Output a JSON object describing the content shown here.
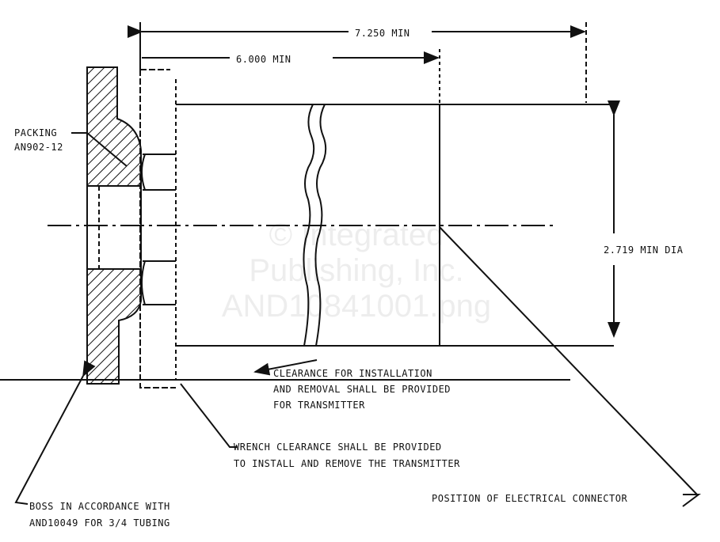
{
  "dimensions": {
    "overall_length": "7.250 MIN",
    "clearance_length": "6.000 MIN",
    "diameter": "2.719 MIN DIA"
  },
  "callouts": {
    "packing": [
      "PACKING",
      "AN902-12"
    ],
    "clearance": [
      "CLEARANCE FOR INSTALLATION",
      "AND REMOVAL SHALL BE PROVIDED",
      "FOR TRANSMITTER"
    ],
    "wrench": [
      "WRENCH CLEARANCE SHALL BE PROVIDED",
      "TO INSTALL AND REMOVE THE TRANSMITTER"
    ],
    "boss": [
      "BOSS IN ACCORDANCE WITH",
      "AND10049 FOR 3/4 TUBING"
    ],
    "connector": "POSITION OF ELECTRICAL CONNECTOR"
  },
  "watermark": [
    "© Integrated",
    "Publishing, Inc.",
    "AND10841001.png"
  ],
  "colors": {
    "ink": "#111111",
    "paper": "#ffffff"
  }
}
